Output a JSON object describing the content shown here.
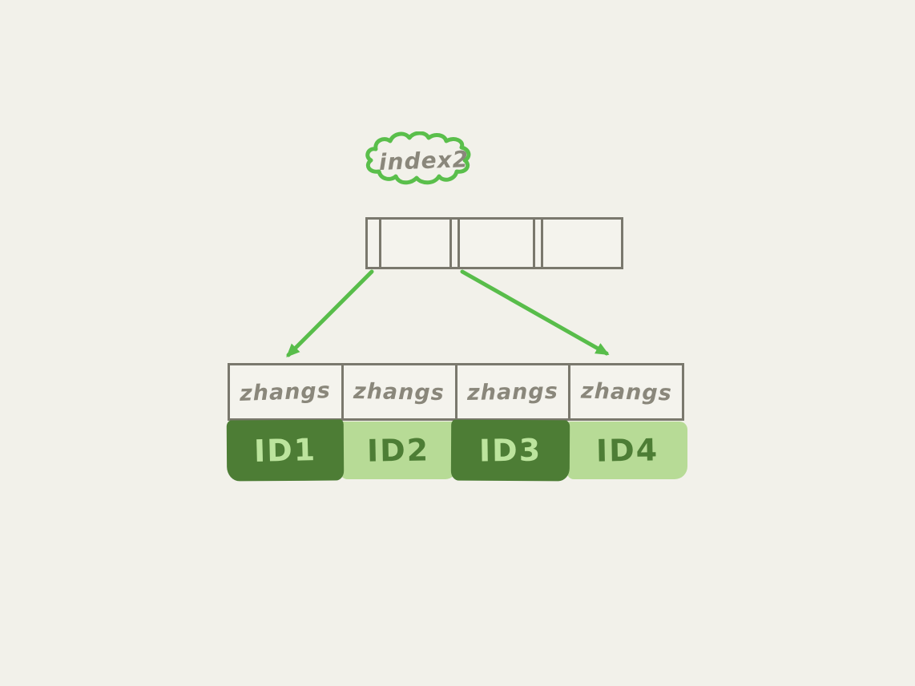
{
  "cloud": {
    "label": "index2"
  },
  "leaf_row": {
    "keys": [
      "zhangs",
      "zhangs",
      "zhangs",
      "zhangs"
    ],
    "ids": [
      "ID1",
      "ID2",
      "ID3",
      "ID4"
    ]
  },
  "colors": {
    "background": "#f2f1ea",
    "cell_bg": "#f4f3ed",
    "border_gray": "#7a786d",
    "text_gray": "#8a877b",
    "arrow_green": "#58bd4a",
    "cloud_green": "#5abf4b",
    "dark_green": "#4d7d35",
    "light_green": "#b7db96",
    "id_text_on_dark": "#bce49d",
    "id_text_on_light": "#4d7d35"
  }
}
